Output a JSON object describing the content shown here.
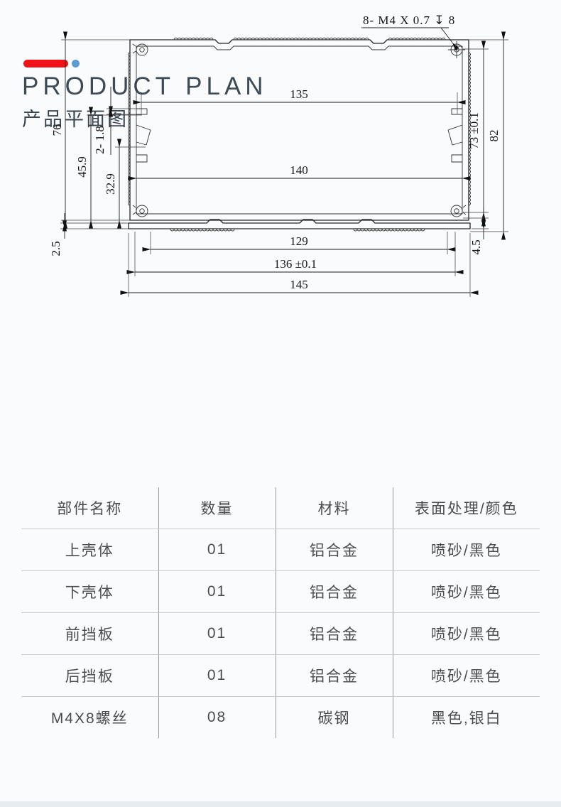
{
  "header": {
    "title": "PRODUCT PLAN",
    "subtitle": "产品平面图",
    "accent_red": "#f01217",
    "accent_blue": "#5b9bd5"
  },
  "drawing": {
    "thread_note": "8- M4 X 0.7 ↧ 8",
    "dims": {
      "top_inner_width": "135",
      "mid_inner_width": "140",
      "bottom_inner_width": "129",
      "bottom_tol_width": "136 ±0.1",
      "overall_width": "145",
      "shell_height": "76",
      "left_h2": "45.9",
      "slot_note": "2- 1.8",
      "left_h3": "32.9",
      "plate_thickness": "2.5",
      "inner_height": "73 ±0.1",
      "overall_height": "82",
      "corner_offset": "4.5"
    }
  },
  "table": {
    "headers": [
      "部件名称",
      "数量",
      "材料",
      "表面处理/颜色"
    ],
    "rows": [
      [
        "上壳体",
        "01",
        "铝合金",
        "喷砂/黑色"
      ],
      [
        "下壳体",
        "01",
        "铝合金",
        "喷砂/黑色"
      ],
      [
        "前挡板",
        "01",
        "铝合金",
        "喷砂/黑色"
      ],
      [
        "后挡板",
        "01",
        "铝合金",
        "喷砂/黑色"
      ],
      [
        "M4X8螺丝",
        "08",
        "碳钢",
        "黑色,银白"
      ]
    ]
  }
}
